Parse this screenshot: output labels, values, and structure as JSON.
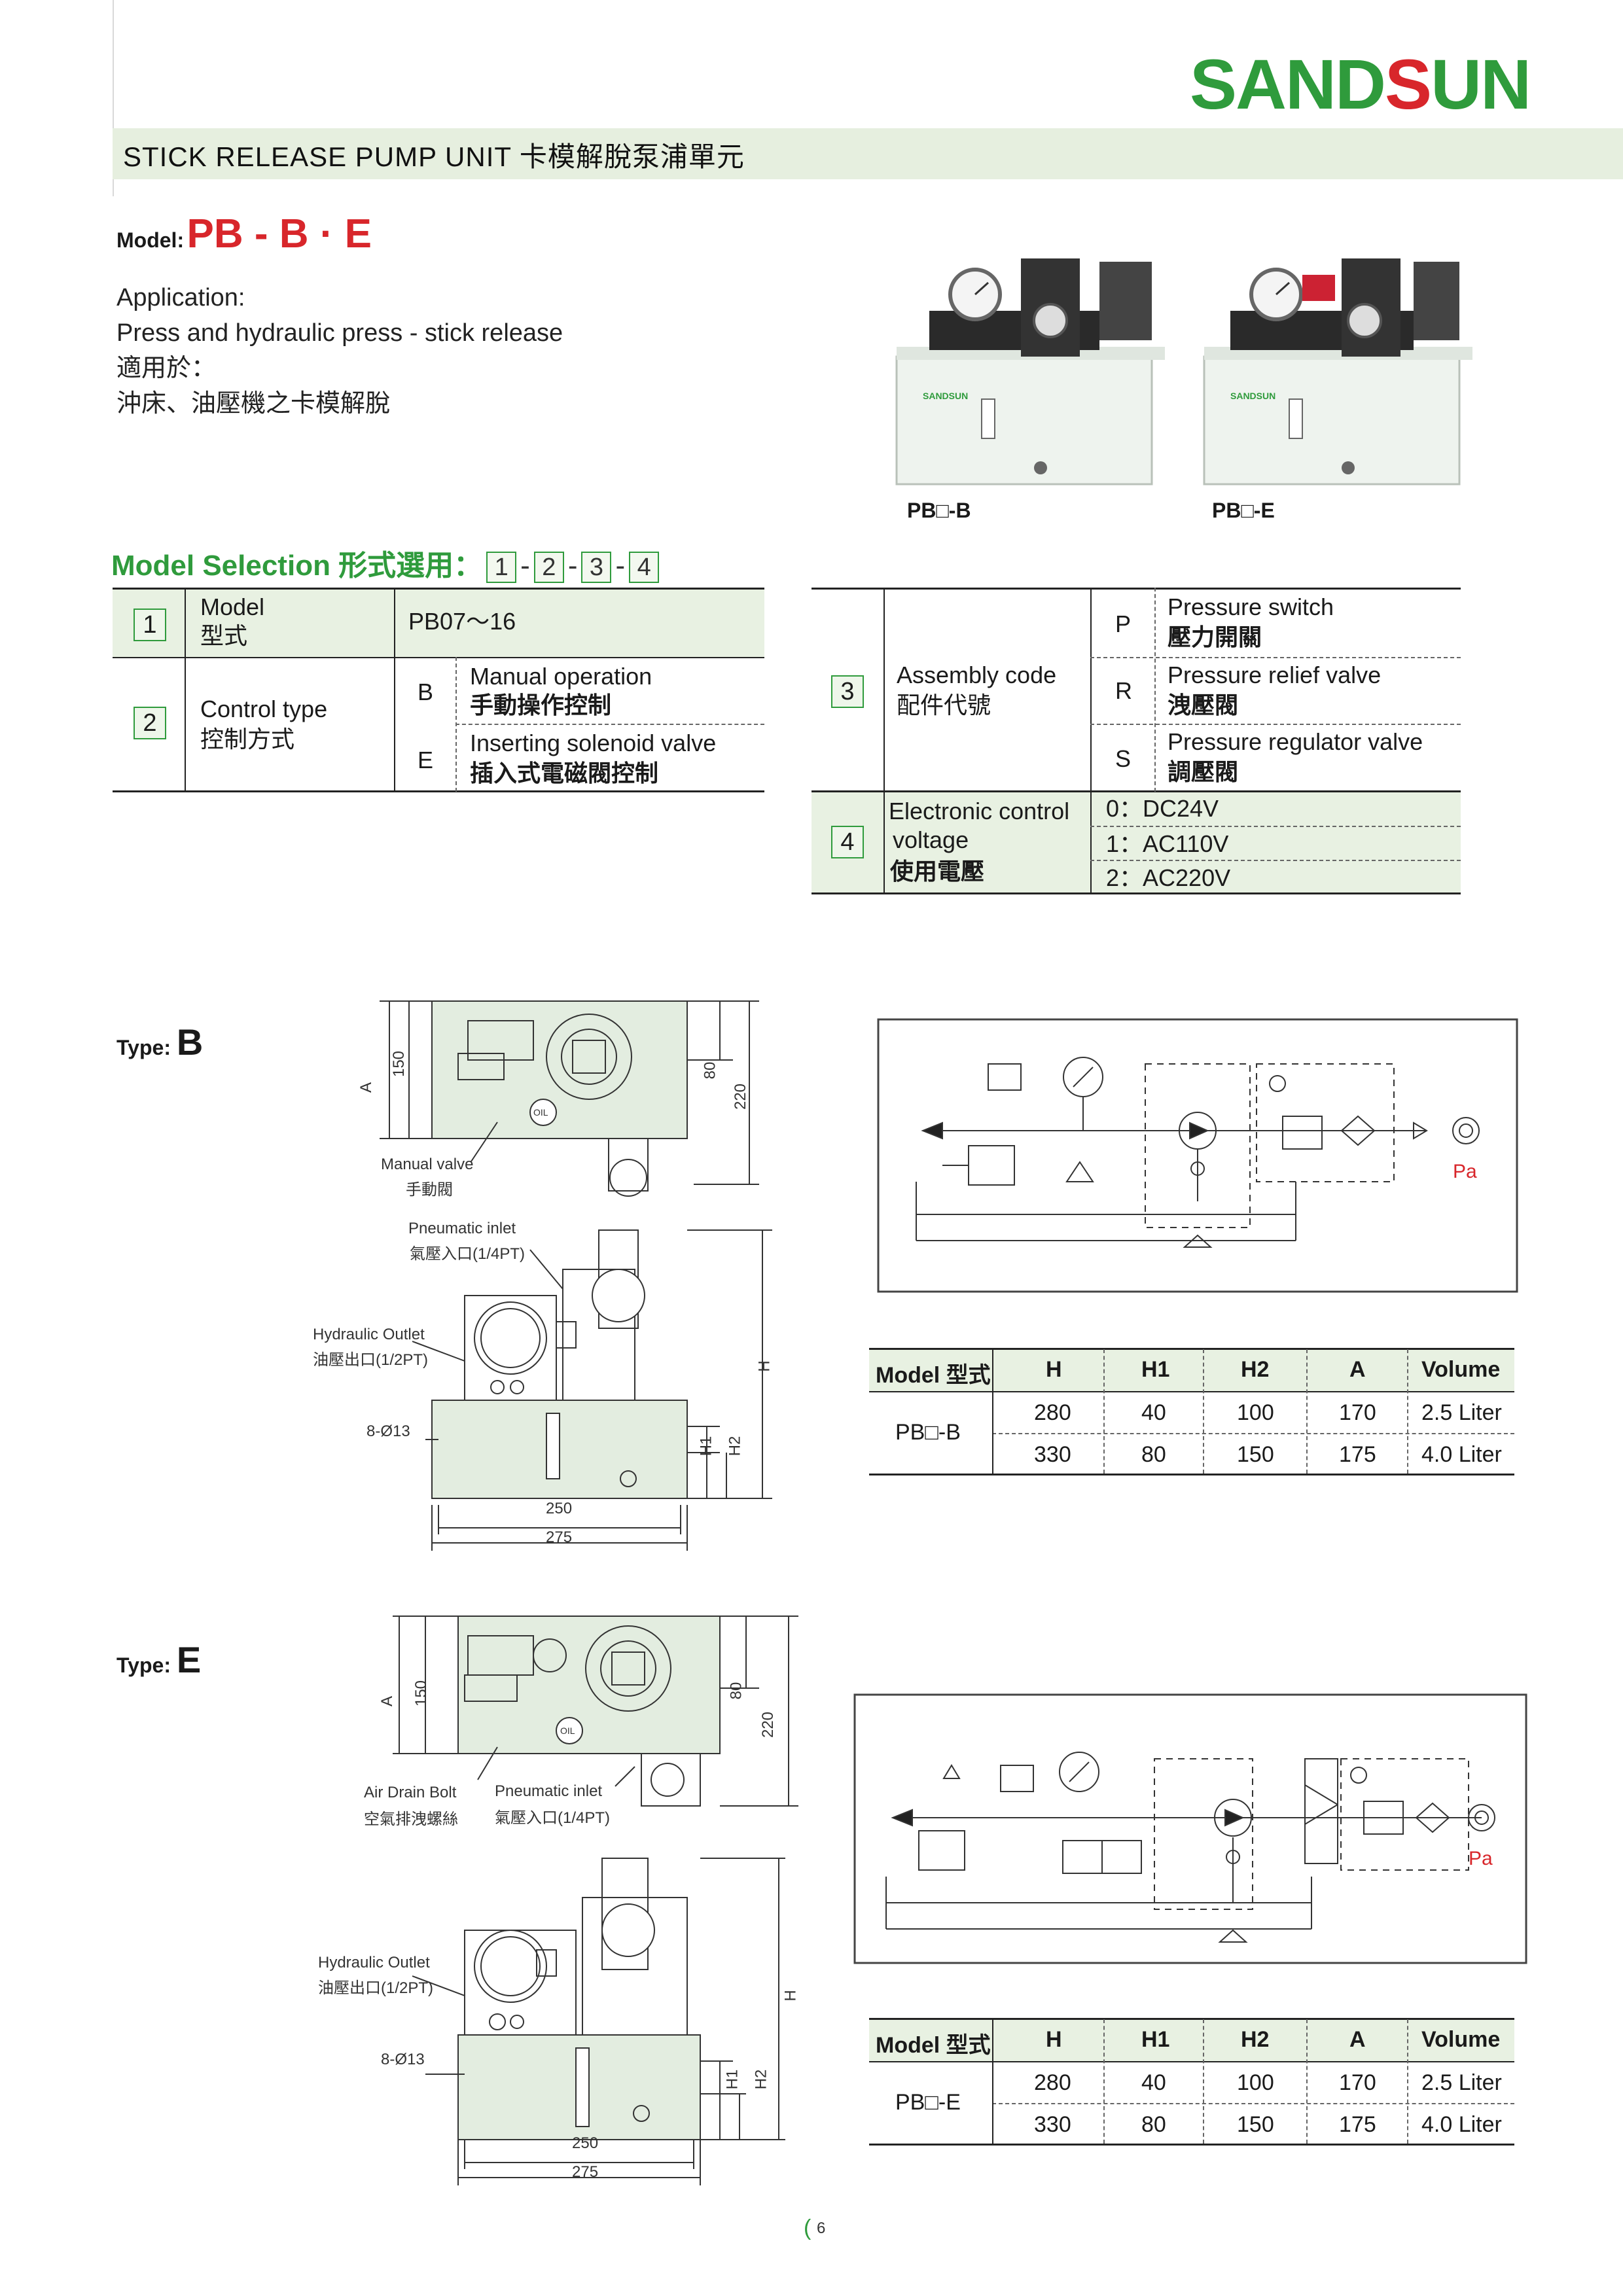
{
  "brand": "SANDSUN",
  "header": {
    "title": "STICK RELEASE PUMP UNIT 卡模解脫泵浦單元"
  },
  "model": {
    "label": "Model:",
    "value": "PB - B · E"
  },
  "application": {
    "label": "Application:",
    "en": "Press and hydraulic press - stick release",
    "zh_label": "適用於：",
    "zh": "沖床、油壓機之卡模解脫"
  },
  "photos": {
    "caption_b": "PB□-B",
    "caption_e": "PB□-E",
    "unit_brand": "SANDSUN"
  },
  "model_selection": {
    "title": "Model Selection 形式選用：",
    "codes": [
      "1",
      "2",
      "3",
      "4"
    ],
    "sep": "-",
    "row1": {
      "num": "1",
      "name_en": "Model",
      "name_zh": "型式",
      "value": "PB07～16"
    },
    "row2": {
      "num": "2",
      "name_en": "Control type",
      "name_zh": "控制方式",
      "options": [
        {
          "code": "B",
          "en": "Manual operation",
          "zh": "手動操作控制"
        },
        {
          "code": "E",
          "en": "Inserting solenoid valve",
          "zh": "插入式電磁閥控制"
        }
      ]
    },
    "row3": {
      "num": "3",
      "name_en": "Assembly code",
      "name_zh": "配件代號",
      "options": [
        {
          "code": "P",
          "en": "Pressure switch",
          "zh": "壓力開關"
        },
        {
          "code": "R",
          "en": "Pressure relief valve",
          "zh": "洩壓閥"
        },
        {
          "code": "S",
          "en": "Pressure regulator valve",
          "zh": "調壓閥"
        }
      ]
    },
    "row4": {
      "num": "4",
      "name_en1": "Electronic control",
      "name_en2": "voltage",
      "name_zh": "使用電壓",
      "options": [
        "0：DC24V",
        "1：AC110V",
        "2：AC220V"
      ]
    }
  },
  "type_b": {
    "label": "Type:",
    "letter": "B",
    "labels": {
      "manual_valve": "Manual valve",
      "manual_valve_zh": "手動閥",
      "pneumatic_inlet": "Pneumatic inlet",
      "pneumatic_inlet_zh": "氣壓入口(1/4PT)",
      "hydraulic_outlet": "Hydraulic Outlet",
      "hydraulic_outlet_zh": "油壓出口(1/2PT)",
      "holes": "8-Ø13",
      "oil": "OIL",
      "dim_a": "A",
      "dim_150": "150",
      "dim_80": "80",
      "dim_220": "220",
      "dim_h": "H",
      "dim_h1": "H1",
      "dim_h2": "H2",
      "dim_250": "250",
      "dim_275": "275"
    },
    "circuit_pa": "Pa",
    "table": {
      "headers": [
        "Model 型式",
        "H",
        "H1",
        "H2",
        "A",
        "Volume"
      ],
      "model": "PB□-B",
      "rows": [
        [
          "280",
          "40",
          "100",
          "170",
          "2.5 Liter"
        ],
        [
          "330",
          "80",
          "150",
          "175",
          "4.0 Liter"
        ]
      ]
    }
  },
  "type_e": {
    "label": "Type:",
    "letter": "E",
    "labels": {
      "air_drain": "Air Drain Bolt",
      "air_drain_zh": "空氣排洩螺絲",
      "pneumatic_inlet": "Pneumatic inlet",
      "pneumatic_inlet_zh": "氣壓入口(1/4PT)",
      "hydraulic_outlet": "Hydraulic Outlet",
      "hydraulic_outlet_zh": "油壓出口(1/2PT)",
      "holes": "8-Ø13",
      "oil": "OIL",
      "dim_a": "A",
      "dim_150": "150",
      "dim_80": "80",
      "dim_220": "220",
      "dim_h": "H",
      "dim_h1": "H1",
      "dim_h2": "H2",
      "dim_250": "250",
      "dim_275": "275"
    },
    "circuit_pa": "Pa",
    "table": {
      "headers": [
        "Model 型式",
        "H",
        "H1",
        "H2",
        "A",
        "Volume"
      ],
      "model": "PB□-E",
      "rows": [
        [
          "280",
          "40",
          "100",
          "170",
          "2.5 Liter"
        ],
        [
          "330",
          "80",
          "150",
          "175",
          "4.0 Liter"
        ]
      ]
    }
  },
  "page_number": "6",
  "colors": {
    "brand_green": "#2f9b3c",
    "brand_red": "#d8262b",
    "band_green": "#e6efdf",
    "unit_green": "#e3ede0"
  }
}
